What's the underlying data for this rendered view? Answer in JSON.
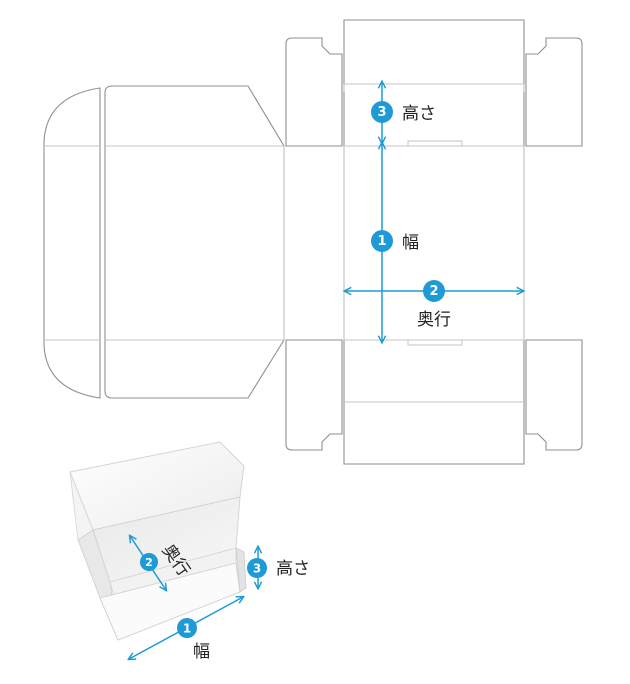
{
  "colors": {
    "accent": "#1e9ad6",
    "outline": "#8f8f8f",
    "fold": "#c6c6c6"
  },
  "die_cut": {
    "height": {
      "number": "3",
      "label": "高さ"
    },
    "width": {
      "number": "1",
      "label": "幅"
    },
    "depth": {
      "number": "2",
      "label": "奥行"
    }
  },
  "box_3d": {
    "depth": {
      "number": "2",
      "label": "奥行"
    },
    "height": {
      "number": "3",
      "label": "高さ"
    },
    "width": {
      "number": "1",
      "label": "幅"
    }
  }
}
